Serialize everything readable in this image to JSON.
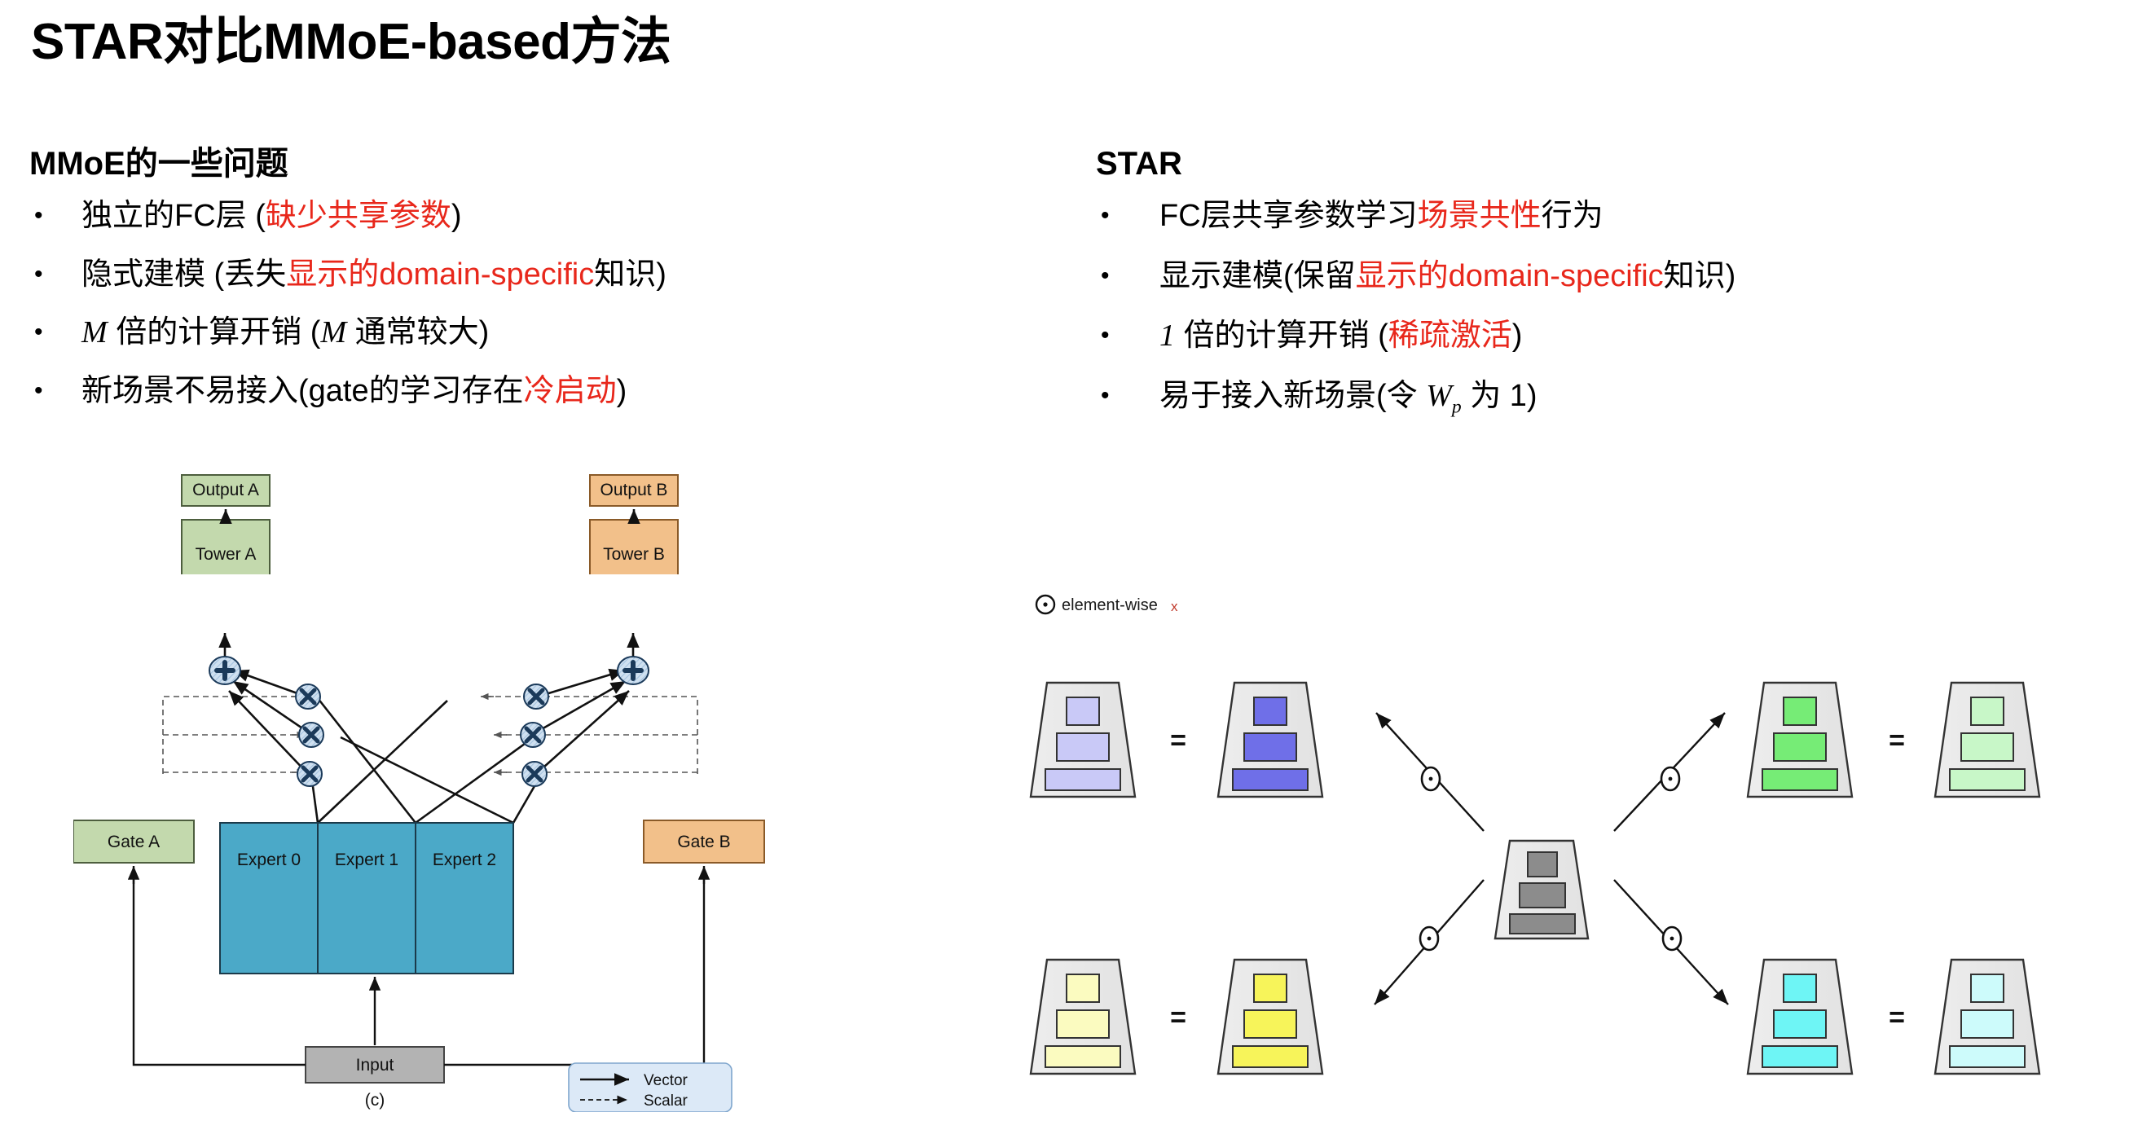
{
  "title": "STAR对比MMoE-based方法",
  "left_column": {
    "heading": "MMoE的一些问题",
    "bullets": [
      {
        "parts": [
          {
            "t": "独立的FC层 (",
            "c": "black"
          },
          {
            "t": "缺少共享参数",
            "c": "red"
          },
          {
            "t": ")",
            "c": "black"
          }
        ]
      },
      {
        "parts": [
          {
            "t": "隐式建模 (丢失",
            "c": "black"
          },
          {
            "t": "显示的domain-specific",
            "c": "red"
          },
          {
            "t": "知识)",
            "c": "black"
          }
        ]
      },
      {
        "parts": [
          {
            "t": "M",
            "c": "black",
            "style": "italic-math"
          },
          {
            "t": " 倍的计算开销 (",
            "c": "black"
          },
          {
            "t": "M",
            "c": "black",
            "style": "italic-math"
          },
          {
            "t": " 通常较大)",
            "c": "black"
          }
        ]
      },
      {
        "parts": [
          {
            "t": "新场景不易接入(gate的学习存在",
            "c": "black"
          },
          {
            "t": "冷启动",
            "c": "red"
          },
          {
            "t": ")",
            "c": "black"
          }
        ]
      }
    ]
  },
  "right_column": {
    "heading": "STAR",
    "bullets": [
      {
        "parts": [
          {
            "t": "FC层共享参数学习",
            "c": "black"
          },
          {
            "t": "场景共性",
            "c": "red"
          },
          {
            "t": "行为",
            "c": "black"
          }
        ]
      },
      {
        "parts": [
          {
            "t": "显示建模(保留",
            "c": "black"
          },
          {
            "t": "显示的domain-specific",
            "c": "red"
          },
          {
            "t": "知识)",
            "c": "black"
          }
        ]
      },
      {
        "parts": [
          {
            "t": "1",
            "c": "black",
            "style": "italic-math"
          },
          {
            "t": " 倍的计算开销 (",
            "c": "black"
          },
          {
            "t": "稀疏激活",
            "c": "red"
          },
          {
            "t": ")",
            "c": "black"
          }
        ]
      },
      {
        "parts": [
          {
            "t": "易于接入新场景(令 ",
            "c": "black"
          },
          {
            "t": "W",
            "c": "black",
            "style": "italic-math",
            "sub": "p"
          },
          {
            "t": " 为 1)",
            "c": "black"
          }
        ]
      }
    ]
  },
  "mmoe_figure": {
    "caption": "(c)",
    "blocks": {
      "output_a": "Output A",
      "output_b": "Output B",
      "tower_a": "Tower A",
      "tower_b": "Tower B",
      "gate_a": "Gate A",
      "gate_b": "Gate B",
      "experts": [
        "Expert 0",
        "Expert 1",
        "Expert 2"
      ],
      "input": "Input"
    },
    "legend": {
      "vector": "Vector",
      "scalar": "Scalar"
    },
    "colors": {
      "green": "#c3d9ad",
      "orange": "#f2c08a",
      "teal": "#4ba9c8",
      "gray": "#b3b3b3",
      "node_blue": "#cfe0f0",
      "legend_bg": "#dce9f7"
    }
  },
  "star_figure": {
    "legend_label": "element-wise",
    "legend_symbol": "⊙",
    "legend_x": "x",
    "equals": "=",
    "center": {
      "name": "shared-center",
      "fill": "#8c8c8c"
    },
    "branches": [
      {
        "name": "domain-a",
        "position": "top-left",
        "result_fill": "#c9c9f7",
        "operand_fill": "#6f6fe8"
      },
      {
        "name": "domain-b",
        "position": "top-right",
        "result_fill": "#76ec76",
        "operand_fill": "#c8f7c8"
      },
      {
        "name": "domain-c",
        "position": "bottom-left",
        "result_fill": "#fbfbc0",
        "operand_fill": "#f7f45a"
      },
      {
        "name": "domain-d",
        "position": "bottom-right",
        "result_fill": "#6ef5f5",
        "operand_fill": "#cdfbfb"
      }
    ]
  }
}
